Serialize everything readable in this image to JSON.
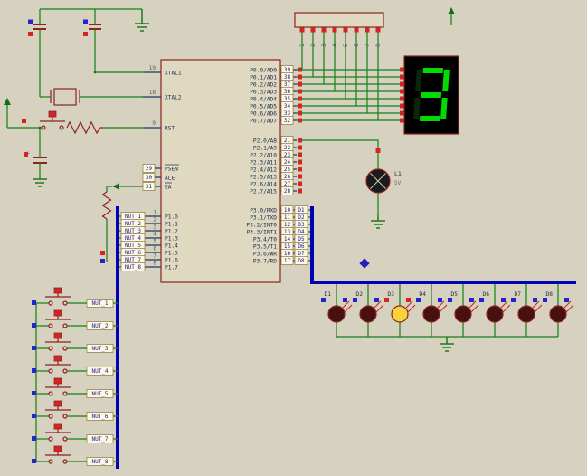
{
  "canvas": {
    "background": "#d6d2bf"
  },
  "colors": {
    "wire": "#138013",
    "bus": "#0000b4",
    "component_outline": "#8b2323",
    "logic_high": "#d62424",
    "logic_low": "#2424cc",
    "segment_on": "#00dc00",
    "led_on": "#f7d23a",
    "terminal": "#157015"
  },
  "mcu": {
    "ctrl_pins": [
      {
        "num": "19",
        "label": "XTAL1"
      },
      {
        "num": "18",
        "label": "XTAL2"
      },
      {
        "num": "9",
        "label": "RST"
      },
      {
        "num": "29",
        "label": "PSEN"
      },
      {
        "num": "30",
        "label": "ALE"
      },
      {
        "num": "31",
        "label": "EA"
      }
    ],
    "p1_pins": [
      {
        "num": "1",
        "label": "P1.0",
        "net": "NUT_1"
      },
      {
        "num": "2",
        "label": "P1.1",
        "net": "NUT_2"
      },
      {
        "num": "3",
        "label": "P1.2",
        "net": "NUT_3"
      },
      {
        "num": "4",
        "label": "P1.3",
        "net": "NUT_4"
      },
      {
        "num": "5",
        "label": "P1.4",
        "net": "NUT_5"
      },
      {
        "num": "6",
        "label": "P1.5",
        "net": "NUT_6"
      },
      {
        "num": "7",
        "label": "P1.6",
        "net": "NUT_7"
      },
      {
        "num": "8",
        "label": "P1.7",
        "net": "NUT_8"
      }
    ],
    "p0_pins": [
      {
        "num": "39",
        "label": "P0.0/AD0"
      },
      {
        "num": "38",
        "label": "P0.1/AD1"
      },
      {
        "num": "37",
        "label": "P0.2/AD2"
      },
      {
        "num": "36",
        "label": "P0.3/AD3"
      },
      {
        "num": "35",
        "label": "P0.4/AD4"
      },
      {
        "num": "34",
        "label": "P0.5/AD5"
      },
      {
        "num": "33",
        "label": "P0.6/AD6"
      },
      {
        "num": "32",
        "label": "P0.7/AD7"
      }
    ],
    "p2_pins": [
      {
        "num": "21",
        "label": "P2.0/A8"
      },
      {
        "num": "22",
        "label": "P2.1/A9"
      },
      {
        "num": "23",
        "label": "P2.2/A10"
      },
      {
        "num": "24",
        "label": "P2.3/A11"
      },
      {
        "num": "25",
        "label": "P2.4/A12"
      },
      {
        "num": "26",
        "label": "P2.5/A13"
      },
      {
        "num": "27",
        "label": "P2.6/A14"
      },
      {
        "num": "28",
        "label": "P2.7/A15"
      }
    ],
    "p3_pins": [
      {
        "num": "10",
        "label": "P3.0/RXD",
        "net": "D1"
      },
      {
        "num": "11",
        "label": "P3.1/TXD",
        "net": "D2"
      },
      {
        "num": "12",
        "label": "P3.2/INT0",
        "net": "D3"
      },
      {
        "num": "13",
        "label": "P3.3/INT1",
        "net": "D4"
      },
      {
        "num": "14",
        "label": "P3.4/T0",
        "net": "D5"
      },
      {
        "num": "15",
        "label": "P3.5/T1",
        "net": "D6"
      },
      {
        "num": "16",
        "label": "P3.6/WR",
        "net": "D7"
      },
      {
        "num": "17",
        "label": "P3.7/RD",
        "net": "D8"
      }
    ]
  },
  "resistor_pack": {
    "pin_labels": [
      "1",
      "2",
      "3",
      "4",
      "5",
      "6",
      "7",
      "8"
    ]
  },
  "seven_segment": {
    "value": "3",
    "lit_segments": [
      "a",
      "b",
      "c",
      "d",
      "g"
    ]
  },
  "lamp": {
    "ref": "L1",
    "value": "5V"
  },
  "reset_capacitor": {
    "polarity": "+"
  },
  "leds": {
    "items": [
      {
        "label": "D1",
        "state": "off"
      },
      {
        "label": "D2",
        "state": "off"
      },
      {
        "label": "D3",
        "state": "on"
      },
      {
        "label": "D4",
        "state": "off"
      },
      {
        "label": "D5",
        "state": "off"
      },
      {
        "label": "D6",
        "state": "off"
      },
      {
        "label": "D7",
        "state": "off"
      },
      {
        "label": "D8",
        "state": "off"
      }
    ]
  },
  "buttons": {
    "items": [
      {
        "label": "NUT_1"
      },
      {
        "label": "NUT_2"
      },
      {
        "label": "NUT_3"
      },
      {
        "label": "NUT_4"
      },
      {
        "label": "NUT_5"
      },
      {
        "label": "NUT_6"
      },
      {
        "label": "NUT_7"
      },
      {
        "label": "NUT_8"
      }
    ]
  }
}
